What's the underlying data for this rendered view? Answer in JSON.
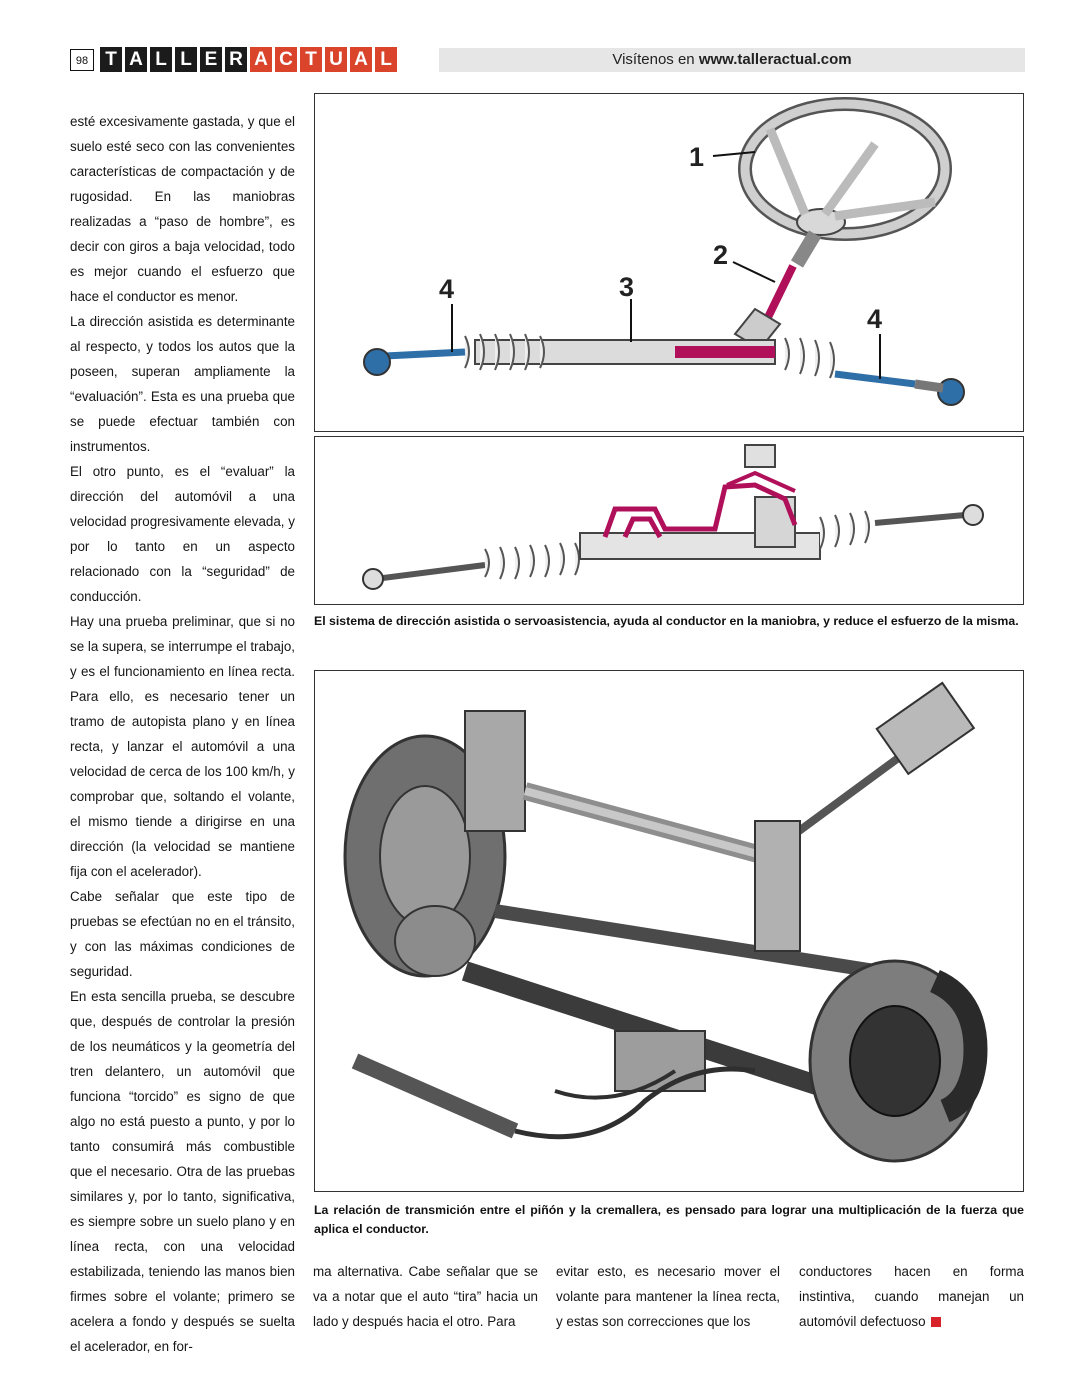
{
  "header": {
    "page_number": "98",
    "brand_dark": [
      "T",
      "A",
      "L",
      "L",
      "E",
      "R"
    ],
    "brand_red": [
      "A",
      "C",
      "T",
      "U",
      "A",
      "L"
    ],
    "visit_prefix": "Visítenos en ",
    "visit_url": "www.talleractual.com"
  },
  "left_column": {
    "p1": "esté excesivamente gastada, y que el suelo esté seco con las convenientes características de compactación y de rugosidad. En las maniobras realizadas a “paso de hombre”, es decir con giros a baja velocidad, todo es mejor cuando el esfuerzo que hace el conductor es menor.",
    "p2": "La dirección asistida es determinante al respecto, y todos los autos que la poseen, superan ampliamente la “evaluación”. Esta es una prueba que se puede efectuar también con instrumentos.",
    "p3": "El otro punto, es el “evaluar” la dirección del automóvil a una velocidad progresivamente elevada, y por lo tanto en un aspecto relacionado con la “seguridad” de conducción.",
    "p4": "Hay una prueba preliminar, que si no se la supera, se interrumpe el trabajo, y es el funcionamiento en línea recta. Para ello, es necesario tener un tramo de autopista plano y en línea recta, y lanzar el automóvil a una velocidad de cerca de los 100 km/h, y comprobar que, soltando el volante, el mismo tiende a dirigirse en una dirección (la velocidad se mantiene fija con el acelerador).",
    "p5": "Cabe señalar que este tipo de pruebas se efectúan no en el tránsito, y con las máximas condiciones de seguridad.",
    "p6": "En esta sencilla prueba, se descubre que, después de controlar la presión de los neumáticos y la geometría del tren delantero, un automóvil que funciona “torcido” es signo de que algo no está puesto a punto, y por lo tanto consumirá más combustible que el necesario. Otra de las pruebas similares y, por lo tanto, significativa, es siempre sobre un suelo plano y en línea recta, con una velocidad estabilizada, teniendo las manos bien firmes sobre el volante; primero se acelera a fondo y después se suelta el acelerador, en for-"
  },
  "figure1": {
    "labels": {
      "steering_wheel": "1",
      "column": "2",
      "rack": "3",
      "tie_rod_left": "4",
      "tie_rod_right": "4"
    },
    "colors": {
      "highlight": "#b0105a",
      "tie_rod": "#2f6fa8"
    }
  },
  "captions": {
    "cap1": "El sistema de dirección asistida o servoasistencia, ayuda al conductor en la maniobra, y reduce el esfuerzo de la misma.",
    "cap2": "La relación de transmición entre el piñón y la cremallera, es pensado para lograr una multiplicación de la fuerza que aplica el conductor."
  },
  "bottom_columns": {
    "c1": "ma alternativa. Cabe señalar que se va a notar que el auto “tira” hacia un lado y después hacia el otro. Para",
    "c2": "evitar esto, es necesario mover el volante para mantener la línea recta, y estas son correcciones que los",
    "c3": "conductores hacen en forma instintiva, cuando manejan un automóvil defectuoso"
  },
  "colors": {
    "accent_red": "#d9442b",
    "end_mark": "#d9232b"
  }
}
